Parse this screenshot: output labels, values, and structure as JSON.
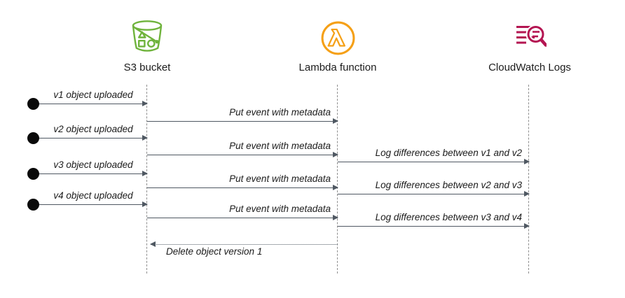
{
  "colors": {
    "s3": "#6fb33c",
    "lambda": "#f5a017",
    "cloudwatch": "#b41552",
    "arrow": "#4f5862",
    "lifeline": "#8f8f8f",
    "text": "#1b1b1b"
  },
  "actors": [
    {
      "label": "S3 bucket",
      "icon": "s3-bucket-icon"
    },
    {
      "label": "Lambda function",
      "icon": "lambda-icon"
    },
    {
      "label": "CloudWatch Logs",
      "icon": "cloudwatch-logs-icon"
    }
  ],
  "messages": [
    {
      "label": "v1 object uploaded",
      "from": "user",
      "to": "S3 bucket",
      "line": "solid"
    },
    {
      "label": "Put event with metadata",
      "from": "S3 bucket",
      "to": "Lambda function",
      "line": "solid"
    },
    {
      "label": "v2 object uploaded",
      "from": "user",
      "to": "S3 bucket",
      "line": "solid"
    },
    {
      "label": "Put event with metadata",
      "from": "S3 bucket",
      "to": "Lambda function",
      "line": "solid"
    },
    {
      "label": "Log differences between v1 and v2",
      "from": "Lambda function",
      "to": "CloudWatch Logs",
      "line": "solid"
    },
    {
      "label": "v3 object uploaded",
      "from": "user",
      "to": "S3 bucket",
      "line": "solid"
    },
    {
      "label": "Put event with metadata",
      "from": "S3 bucket",
      "to": "Lambda function",
      "line": "solid"
    },
    {
      "label": "Log differences between v2 and v3",
      "from": "Lambda function",
      "to": "CloudWatch Logs",
      "line": "solid"
    },
    {
      "label": "v4 object uploaded",
      "from": "user",
      "to": "S3 bucket",
      "line": "solid"
    },
    {
      "label": "Put event with metadata",
      "from": "S3 bucket",
      "to": "Lambda function",
      "line": "solid"
    },
    {
      "label": "Log differences between v3 and v4",
      "from": "Lambda function",
      "to": "CloudWatch Logs",
      "line": "solid"
    },
    {
      "label": "Delete object version 1",
      "from": "Lambda function",
      "to": "S3 bucket",
      "line": "dotted"
    }
  ]
}
